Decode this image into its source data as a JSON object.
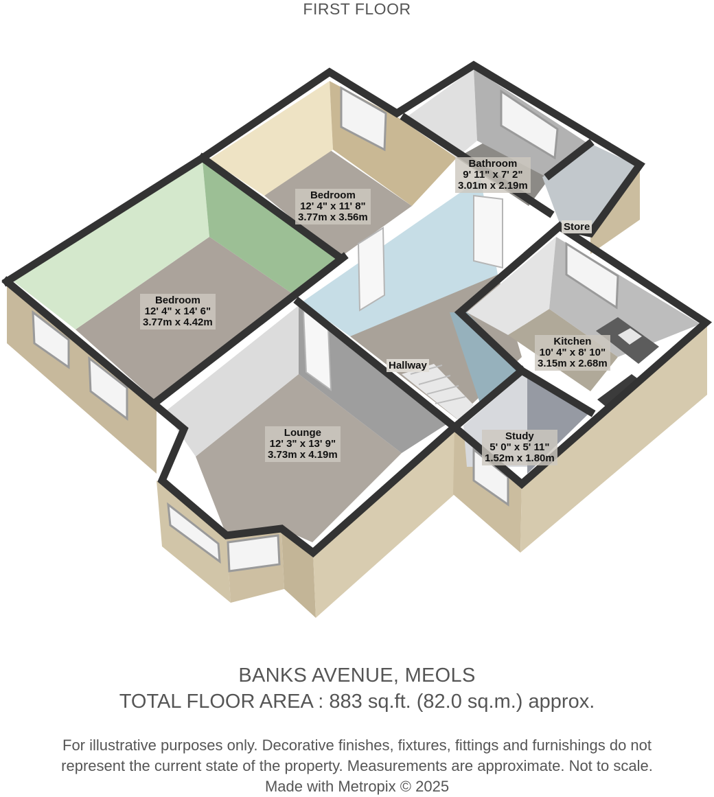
{
  "floor_title": "FIRST FLOOR",
  "rooms": [
    {
      "id": "bedroom-1",
      "name": "Bedroom",
      "imperial": "12' 4\" x 14' 6\"",
      "metric": "3.77m x 4.42m"
    },
    {
      "id": "bedroom-2",
      "name": "Bedroom",
      "imperial": "12' 4\" x 11' 8\"",
      "metric": "3.77m x 3.56m"
    },
    {
      "id": "bathroom",
      "name": "Bathroom",
      "imperial": "9' 11\" x 7' 2\"",
      "metric": "3.01m x 2.19m"
    },
    {
      "id": "lounge",
      "name": "Lounge",
      "imperial": "12' 3\" x 13' 9\"",
      "metric": "3.73m x 4.19m"
    },
    {
      "id": "kitchen",
      "name": "Kitchen",
      "imperial": "10' 4\" x 8' 10\"",
      "metric": "3.15m x 2.68m"
    },
    {
      "id": "study",
      "name": "Study",
      "imperial": "5' 0\" x 5' 11\"",
      "metric": "1.52m x 1.80m"
    }
  ],
  "other_labels": {
    "hallway": "Hallway",
    "store": "Store"
  },
  "address": "BANKS AVENUE, MEOLS",
  "total_area": "TOTAL FLOOR AREA : 883 sq.ft. (82.0 sq.m.) approx.",
  "disclaimer": [
    "For illustrative purposes only. Decorative finishes, fixtures, fittings and furnishings do not",
    "represent the current state of the property. Measurements are approximate. Not to scale.",
    "Made with Metropix © 2025"
  ],
  "colors": {
    "floor": "#aca59d",
    "wall_top": "#333333",
    "exterior": "#c8bb9d",
    "bedroom_1_wall": "#d3e8cc",
    "bedroom_2_wall": "#ede2c2",
    "bathroom_wall": "#cccccc",
    "hallway_wall": "#c6dde6",
    "lounge_wall": "#d8d8d8"
  }
}
